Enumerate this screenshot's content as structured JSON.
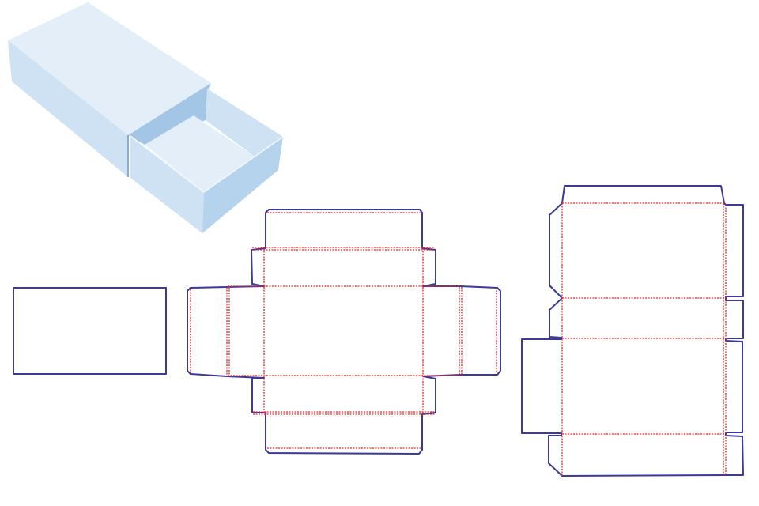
{
  "colors": {
    "cut_line": "#3a3a9a",
    "fold_line": "#ff2020",
    "box_light": "#e3eef8",
    "box_mid": "#cfe2f3",
    "box_dark": "#a3c6e6",
    "box_shade": "#b5d3ec"
  },
  "icons": {
    "box_illustration": "sliding-drawer-box",
    "sleeve_panel": "rectangle-outline",
    "tray_dieline": "tray-dieline",
    "sleeve_dieline": "sleeve-dieline"
  }
}
